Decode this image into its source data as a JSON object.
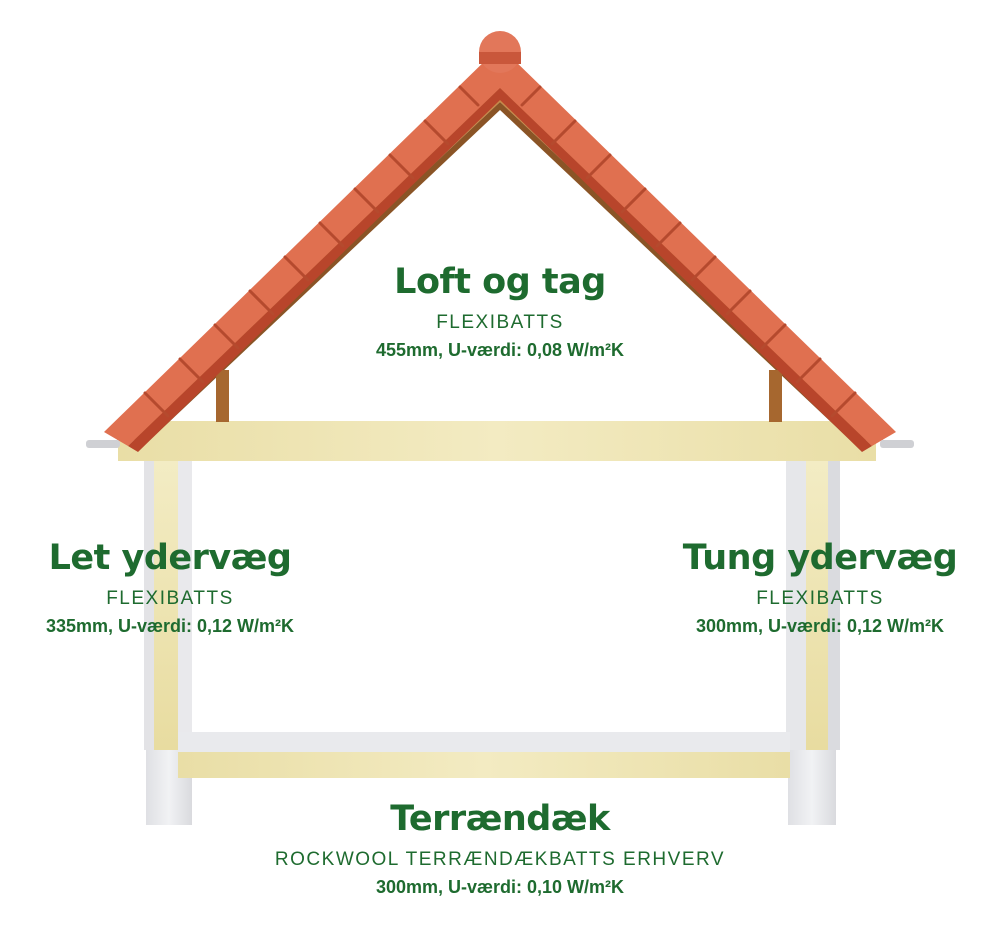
{
  "sections": {
    "roof": {
      "title": "Loft og tag",
      "product": "FLEXIBATTS",
      "spec": "455mm, U-værdi: 0,08 W/m²K"
    },
    "light_wall": {
      "title": "Let ydervæg",
      "product": "FLEXIBATTS",
      "spec": "335mm, U-værdi: 0,12 W/m²K"
    },
    "heavy_wall": {
      "title": "Tung ydervæg",
      "product": "FLEXIBATTS",
      "spec": "300mm, U-værdi: 0,12 W/m²K"
    },
    "floor": {
      "title": "Terrændæk",
      "product": "ROCKWOOL TERRÆNDÆKBATTS ERHVERV",
      "spec": "300mm, U-værdi: 0,10 W/m²K"
    }
  },
  "colors": {
    "text": "#1e6b2f",
    "tile": "#e07050",
    "tile_dark": "#b8452b",
    "timber": "#c98a48",
    "timber_dark": "#8a5426",
    "insulation": "#efe6b2",
    "concrete": "#e6e7ea"
  }
}
